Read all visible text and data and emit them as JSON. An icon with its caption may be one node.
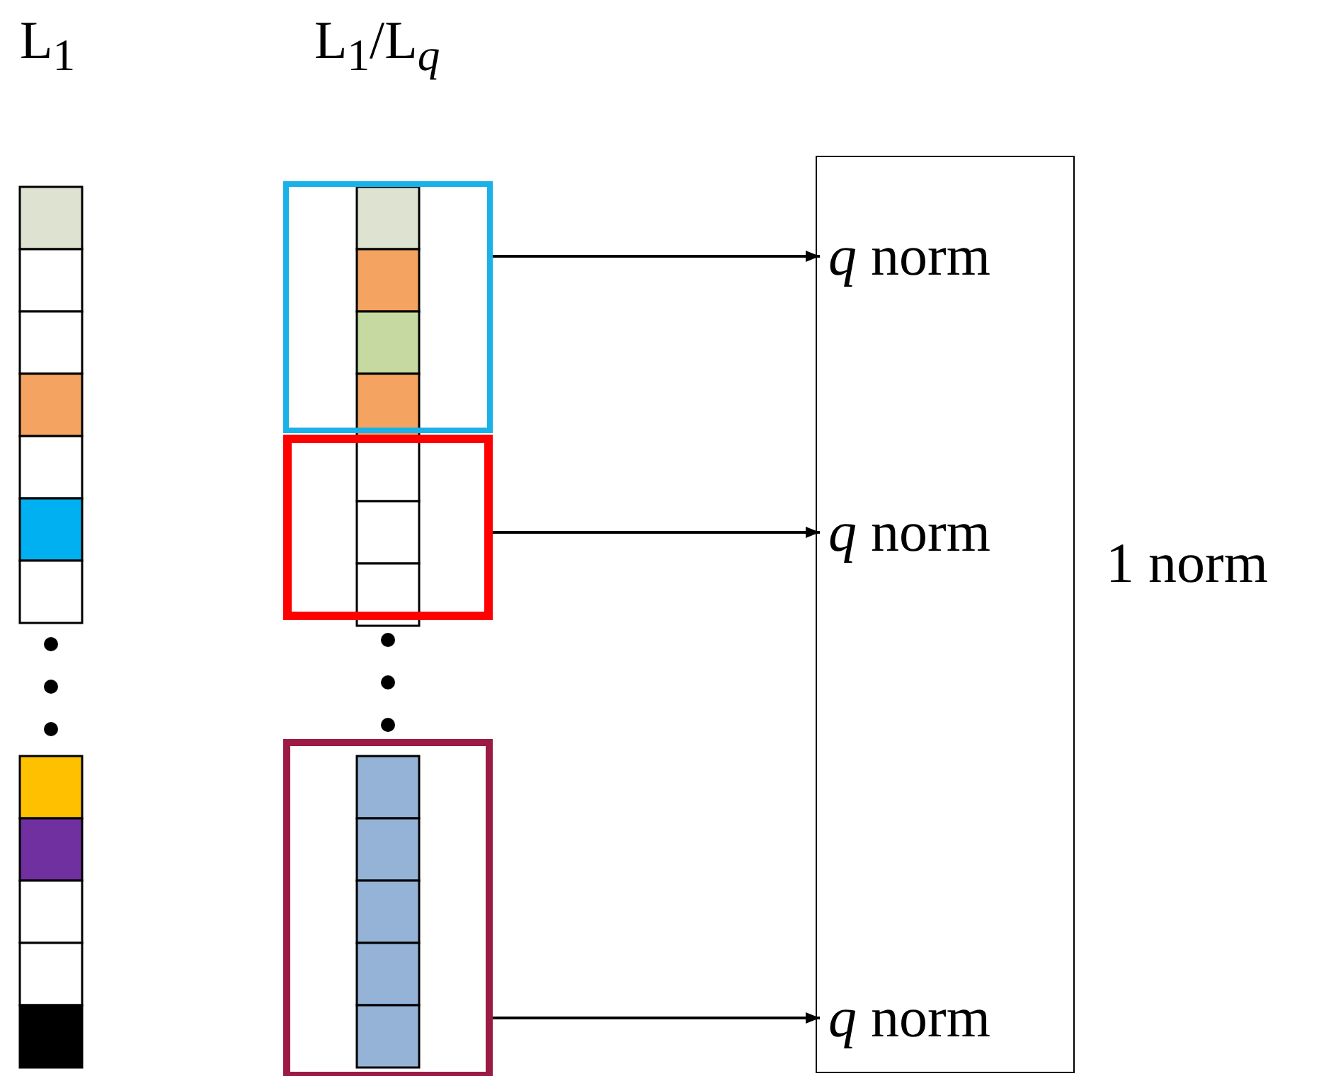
{
  "diagram": {
    "nodes": [
      {
        "text": [],
        "shape": "box",
        "beside": [
          "1 norm"
        ]
      },
      {
        "text": [
          "*q* norm"
        ],
        "in": 0
      },
      {
        "text": [
          "*q* norm"
        ],
        "in": 0
      },
      {
        "text": [
          "*q* norm"
        ],
        "in": 0
      },
      {
        "text": [],
        "shape": "box"
      },
      {
        "text": [],
        "shape": "box"
      },
      {
        "text": [],
        "shape": "box"
      }
    ],
    "edges": [
      {
        "from": 4,
        "to": 1,
        "arrow": "to"
      },
      {
        "from": 5,
        "to": 2,
        "arrow": "to"
      },
      {
        "from": 6,
        "to": 3,
        "arrow": "to"
      }
    ],
    "labels": [
      "L$_{1}$",
      "L$_{1}$/L$_{q}$"
    ]
  }
}
